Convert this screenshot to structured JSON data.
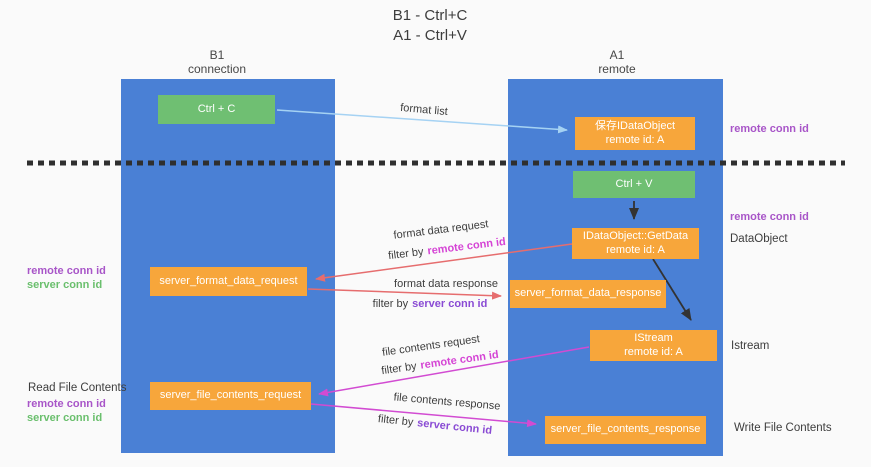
{
  "title": {
    "line1": "B1 - Ctrl+C",
    "line2": "A1 - Ctrl+V"
  },
  "lanes": {
    "left": {
      "name": "B1",
      "role": "connection"
    },
    "right": {
      "name": "A1",
      "role": "remote"
    }
  },
  "nodes": {
    "ctrl_c": "Ctrl + C",
    "ctrl_v": "Ctrl + V",
    "save_idataobject": {
      "line1": "保存IDataObject",
      "line2": "remote id: A"
    },
    "getdata": {
      "line1": "IDataObject::GetData",
      "line2": "remote id: A"
    },
    "istream": {
      "line1": "IStream",
      "line2": "remote id: A"
    },
    "format_request": "server_format_data_request",
    "format_response": "server_format_data_response",
    "file_request": "server_file_contents_request",
    "file_response": "server_file_contents_response"
  },
  "labels": {
    "format_list": "format list",
    "format_data_request": "format data request",
    "format_data_response": "format data response",
    "file_contents_request": "file contents request",
    "file_contents_response": "file contents response",
    "filter_by": "filter by",
    "remote_conn_id": "remote conn id",
    "server_conn_id": "server conn id"
  },
  "annotations": {
    "left": {
      "read_file_contents": "Read File Contents"
    },
    "right": {
      "dataobject": "DataObject",
      "istream": "Istream",
      "write_file_contents": "Write File Contents"
    }
  },
  "colors": {
    "lane_blue": "#4a80d5",
    "box_orange": "#f7a63b",
    "box_green": "#6fbf72",
    "arrow_blue": "#a5d2f3",
    "arrow_red": "#e66d6e",
    "arrow_magenta": "#d24bd2",
    "arrow_black": "#333333",
    "text_dark": "#3d3d3d",
    "purple_conn": "#a855c8",
    "magenta_conn": "#d545d5",
    "violet_conn": "#8a4bd4",
    "green_conn": "#6abf6d",
    "divider": "#2f2f2f",
    "background": "#fafafa"
  }
}
